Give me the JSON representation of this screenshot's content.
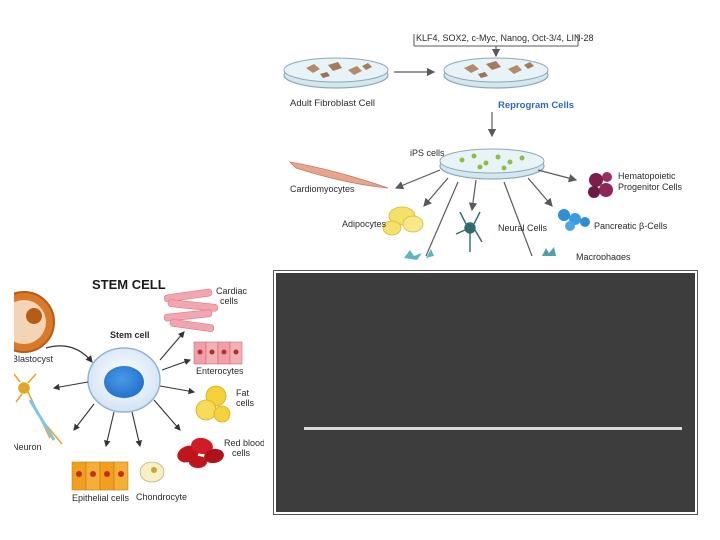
{
  "ips_diagram": {
    "factors_label": "KLF4, SOX2, c-Myc, Nanog, Oct-3/4, LIN-28",
    "adult_fibroblast_label": "Adult Fibroblast Cell",
    "reprogram_label": "Reprogram Cells",
    "ips_label": "iPS cells",
    "cardiomyocytes_label": "Cardiomyocytes",
    "adipocytes_label": "Adipocytes",
    "neural_label": "Neural Cells",
    "hematopoietic_label_line1": "Hematopoietic",
    "hematopoietic_label_line2": "Progenitor Cells",
    "pancreatic_label": "Pancreatic β-Cells",
    "cut_label": "Macrophages",
    "colors": {
      "arrow": "#5a5a5a",
      "reprogram": "#2e6bb5",
      "dish": "#d4e6ee"
    }
  },
  "stem_diagram": {
    "title": "STEM CELL",
    "stem_cell_label": "Stem cell",
    "blastocyst_label": "Blastocyst",
    "cardiac_label_line1": "Cardiac",
    "cardiac_label_line2": "cells",
    "enterocytes_label": "Enterocytes",
    "fat_label_line1": "Fat",
    "fat_label_line2": "cells",
    "red_blood_label_line1": "Red blood",
    "red_blood_label_line2": "cells",
    "neuron_label": "Neuron",
    "epithelial_label": "Epithelial cells",
    "chondrocyte_label": "Chondrocyte",
    "colors": {
      "nucleus": "#1e6ec8",
      "cardiac": "#f2a7b0",
      "fat": "#f5d23c",
      "blood": "#c0151c"
    }
  },
  "panel": {
    "background": "#3d3d3d",
    "rule_color": "#d9d9d9"
  }
}
